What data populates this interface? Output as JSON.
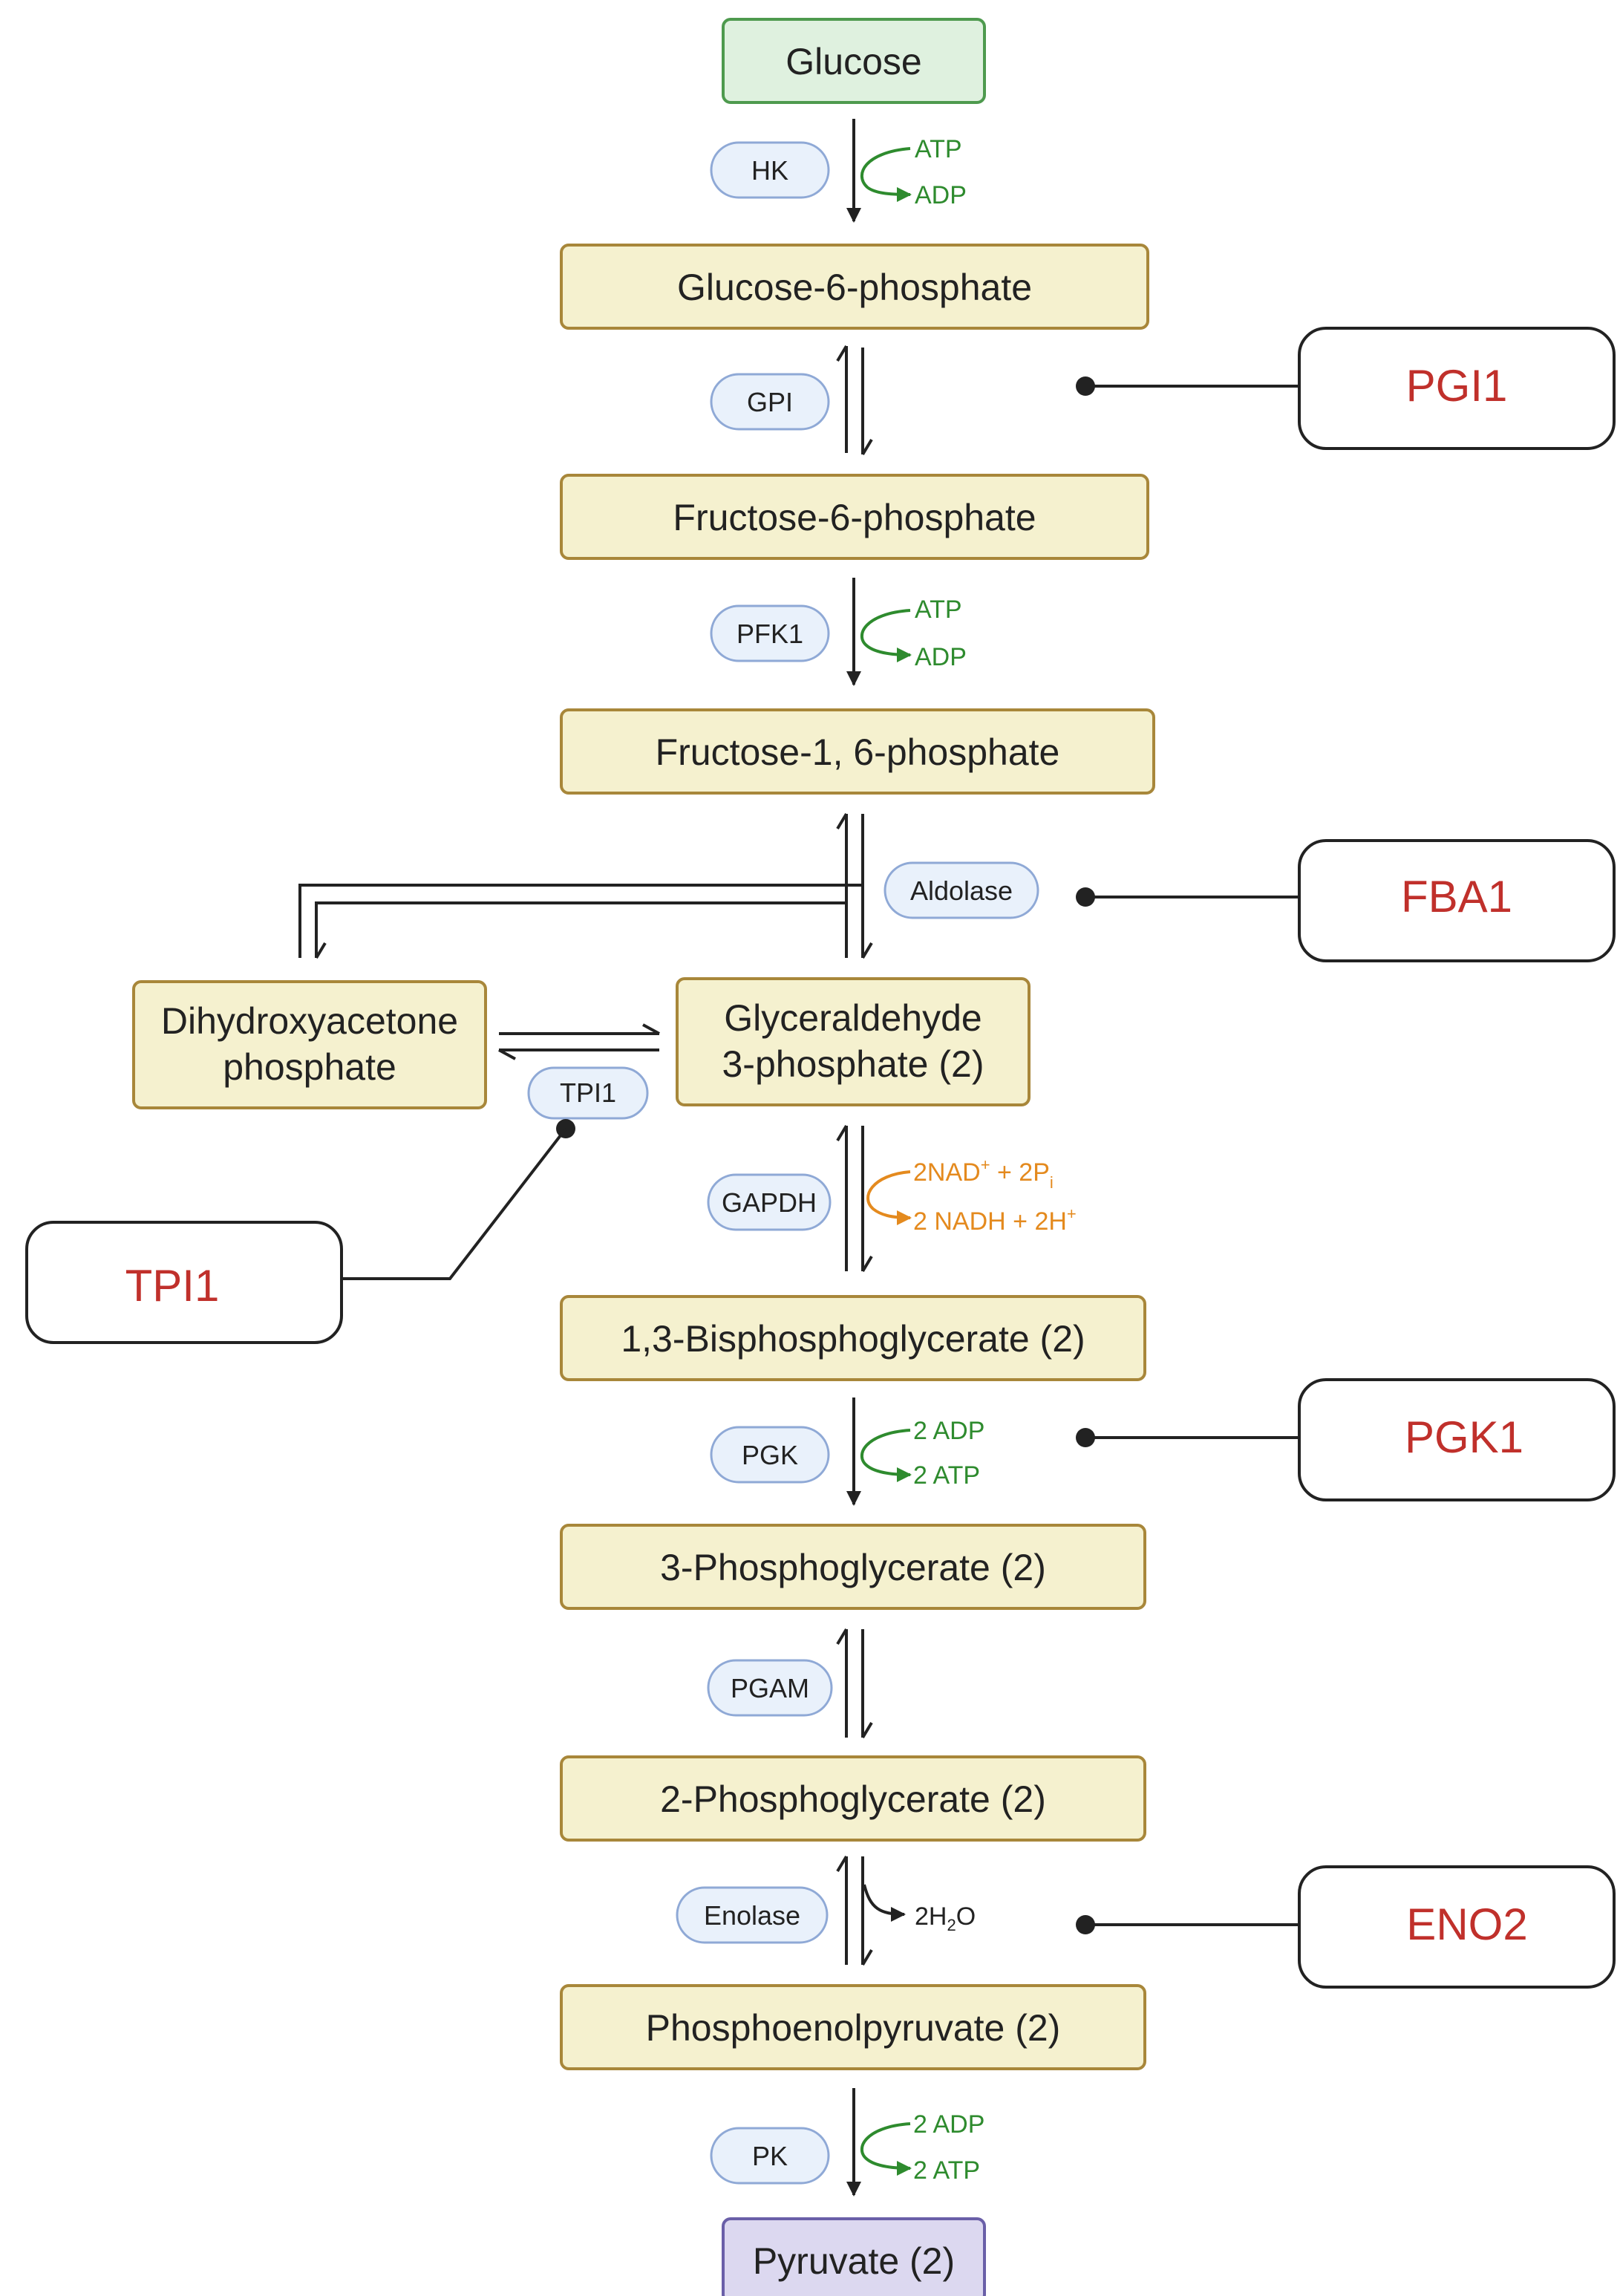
{
  "colors": {
    "metabolite_fill": "#f5f1cf",
    "metabolite_stroke": "#a8873a",
    "glucose_fill": "#dff1df",
    "glucose_stroke": "#4e9a4e",
    "pyruvate_fill": "#dcd8f0",
    "pyruvate_stroke": "#6a5fa8",
    "enzyme_fill": "#e9f1fb",
    "enzyme_stroke": "#8fa9d6",
    "gene_text": "#c0302b",
    "atp_green": "#2e8b2e",
    "nad_orange": "#e48a1e",
    "line": "#222222"
  },
  "metabolites": {
    "glucose": "Glucose",
    "g6p": "Glucose-6-phosphate",
    "f6p": "Fructose-6-phosphate",
    "f16bp": "Fructose-1, 6-phosphate",
    "dhap_line1": "Dihydroxyacetone",
    "dhap_line2": "phosphate",
    "g3p_line1": "Glyceraldehyde",
    "g3p_line2": "3-phosphate (2)",
    "bpg13": "1,3-Bisphosphoglycerate (2)",
    "pg3": "3-Phosphoglycerate (2)",
    "pg2": "2-Phosphoglycerate (2)",
    "pep": "Phosphoenolpyruvate (2)",
    "pyruvate": "Pyruvate (2)"
  },
  "enzymes": {
    "hk": "HK",
    "gpi": "GPI",
    "pfk1": "PFK1",
    "aldolase": "Aldolase",
    "tpi1": "TPI1",
    "gapdh": "GAPDH",
    "pgk": "PGK",
    "pgam": "PGAM",
    "enolase": "Enolase",
    "pk": "PK"
  },
  "cofactors": {
    "hk_in": "ATP",
    "hk_out": "ADP",
    "pfk_in": "ATP",
    "pfk_out": "ADP",
    "gapdh_in_a": "2NAD",
    "gapdh_in_sup": "+",
    "gapdh_in_b": " + 2P",
    "gapdh_in_sub": "i",
    "gapdh_out_a": "2 NADH + 2H",
    "gapdh_out_sup": "+",
    "pgk_in": "2 ADP",
    "pgk_out": "2 ATP",
    "eno_out_a": "2H",
    "eno_out_sub": "2",
    "eno_out_b": "O",
    "pk_in": "2 ADP",
    "pk_out": "2 ATP"
  },
  "genes": {
    "pgi1": "PGI1",
    "fba1": "FBA1",
    "tpi1": "TPI1",
    "pgk1": "PGK1",
    "eno2": "ENO2"
  }
}
